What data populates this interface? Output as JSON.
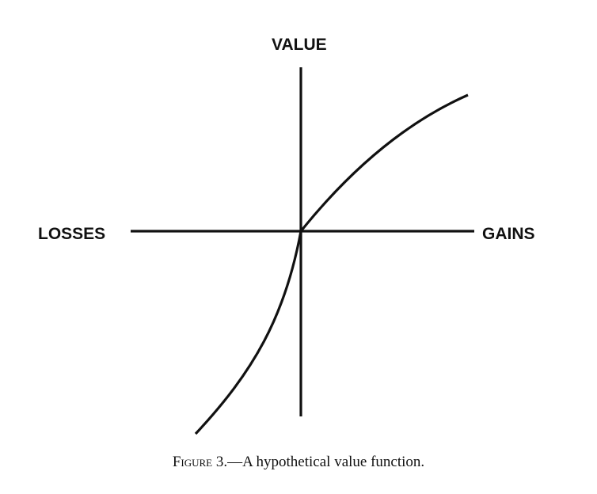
{
  "figure": {
    "y_axis_label": "VALUE",
    "x_negative_label": "LOSSES",
    "x_positive_label": "GAINS",
    "caption_label": "Figure 3.",
    "caption_text": "—A hypothetical value function.",
    "curve": {
      "shape": "concave for gains, convex and steeper for losses, passing through the origin",
      "color": "#111111"
    }
  }
}
